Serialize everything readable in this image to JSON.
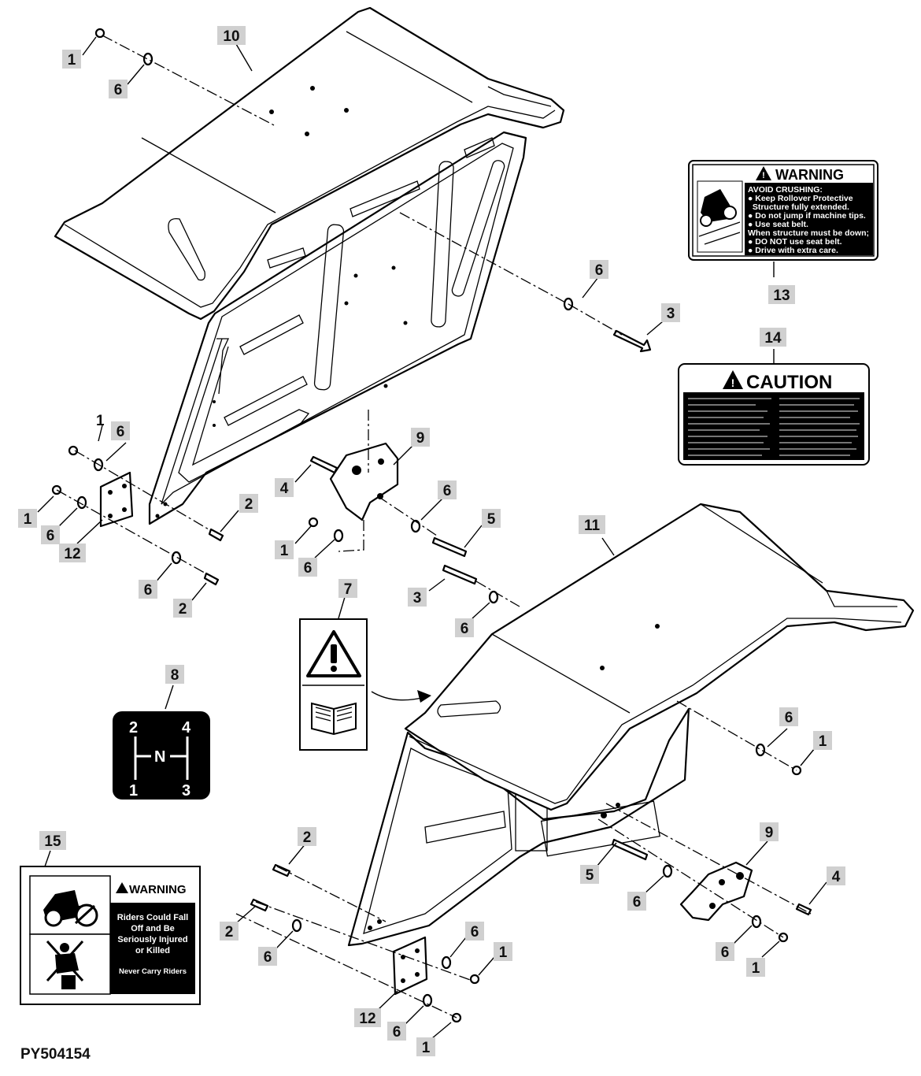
{
  "figure_code": "PY504154",
  "callouts": [
    {
      "id": "c10",
      "label": "10"
    },
    {
      "id": "c1a",
      "label": "1"
    },
    {
      "id": "c6a",
      "label": "6"
    },
    {
      "id": "c6b",
      "label": "6"
    },
    {
      "id": "c3a",
      "label": "3"
    },
    {
      "id": "c13",
      "label": "13"
    },
    {
      "id": "c14",
      "label": "14"
    },
    {
      "id": "c6c",
      "label": "6"
    },
    {
      "id": "c9a",
      "label": "9"
    },
    {
      "id": "c4a",
      "label": "4"
    },
    {
      "id": "c6d",
      "label": "6"
    },
    {
      "id": "c5a",
      "label": "5"
    },
    {
      "id": "c1c",
      "label": "1"
    },
    {
      "id": "c6e",
      "label": "6"
    },
    {
      "id": "c12a",
      "label": "12"
    },
    {
      "id": "c2a",
      "label": "2"
    },
    {
      "id": "c6f",
      "label": "6"
    },
    {
      "id": "c2b",
      "label": "2"
    },
    {
      "id": "c1d",
      "label": "1"
    },
    {
      "id": "c6g",
      "label": "6"
    },
    {
      "id": "c11",
      "label": "11"
    },
    {
      "id": "c3b",
      "label": "3"
    },
    {
      "id": "c6h",
      "label": "6"
    },
    {
      "id": "c7",
      "label": "7"
    },
    {
      "id": "c8",
      "label": "8"
    },
    {
      "id": "c6i",
      "label": "6"
    },
    {
      "id": "c1e",
      "label": "1"
    },
    {
      "id": "c15",
      "label": "15"
    },
    {
      "id": "c2c",
      "label": "2"
    },
    {
      "id": "c2d",
      "label": "2"
    },
    {
      "id": "c6j",
      "label": "6"
    },
    {
      "id": "c9b",
      "label": "9"
    },
    {
      "id": "c5b",
      "label": "5"
    },
    {
      "id": "c6k",
      "label": "6"
    },
    {
      "id": "c4b",
      "label": "4"
    },
    {
      "id": "c6l",
      "label": "6"
    },
    {
      "id": "c1f",
      "label": "1"
    },
    {
      "id": "c6m",
      "label": "6"
    },
    {
      "id": "c1g",
      "label": "1"
    },
    {
      "id": "c12b",
      "label": "12"
    },
    {
      "id": "c6n",
      "label": "6"
    },
    {
      "id": "c1h",
      "label": "1"
    }
  ],
  "plain_label": "1",
  "decal13": {
    "header": "WARNING",
    "lines": [
      "AVOID CRUSHING:",
      "● Keep Rollover Protective",
      "  Structure fully extended.",
      "● Do not jump if machine tips.",
      "● Use seat belt.",
      "When structure must be down;",
      "● DO NOT use seat belt.",
      "● Drive with extra care."
    ]
  },
  "decal14": {
    "header": "CAUTION"
  },
  "decal8": {
    "tl": "2",
    "tr": "4",
    "mid": "N",
    "bl": "1",
    "br": "3"
  },
  "decal15": {
    "header": "WARNING",
    "lines": [
      "Riders Could Fall",
      "Off and Be",
      "Seriously Injured",
      "or Killed"
    ],
    "footer": "Never Carry Riders"
  },
  "icons": [
    "alert-triangle-icon",
    "manual-book-icon",
    "tractor-icon",
    "no-riders-icon",
    "tractor-tipping-icon"
  ]
}
